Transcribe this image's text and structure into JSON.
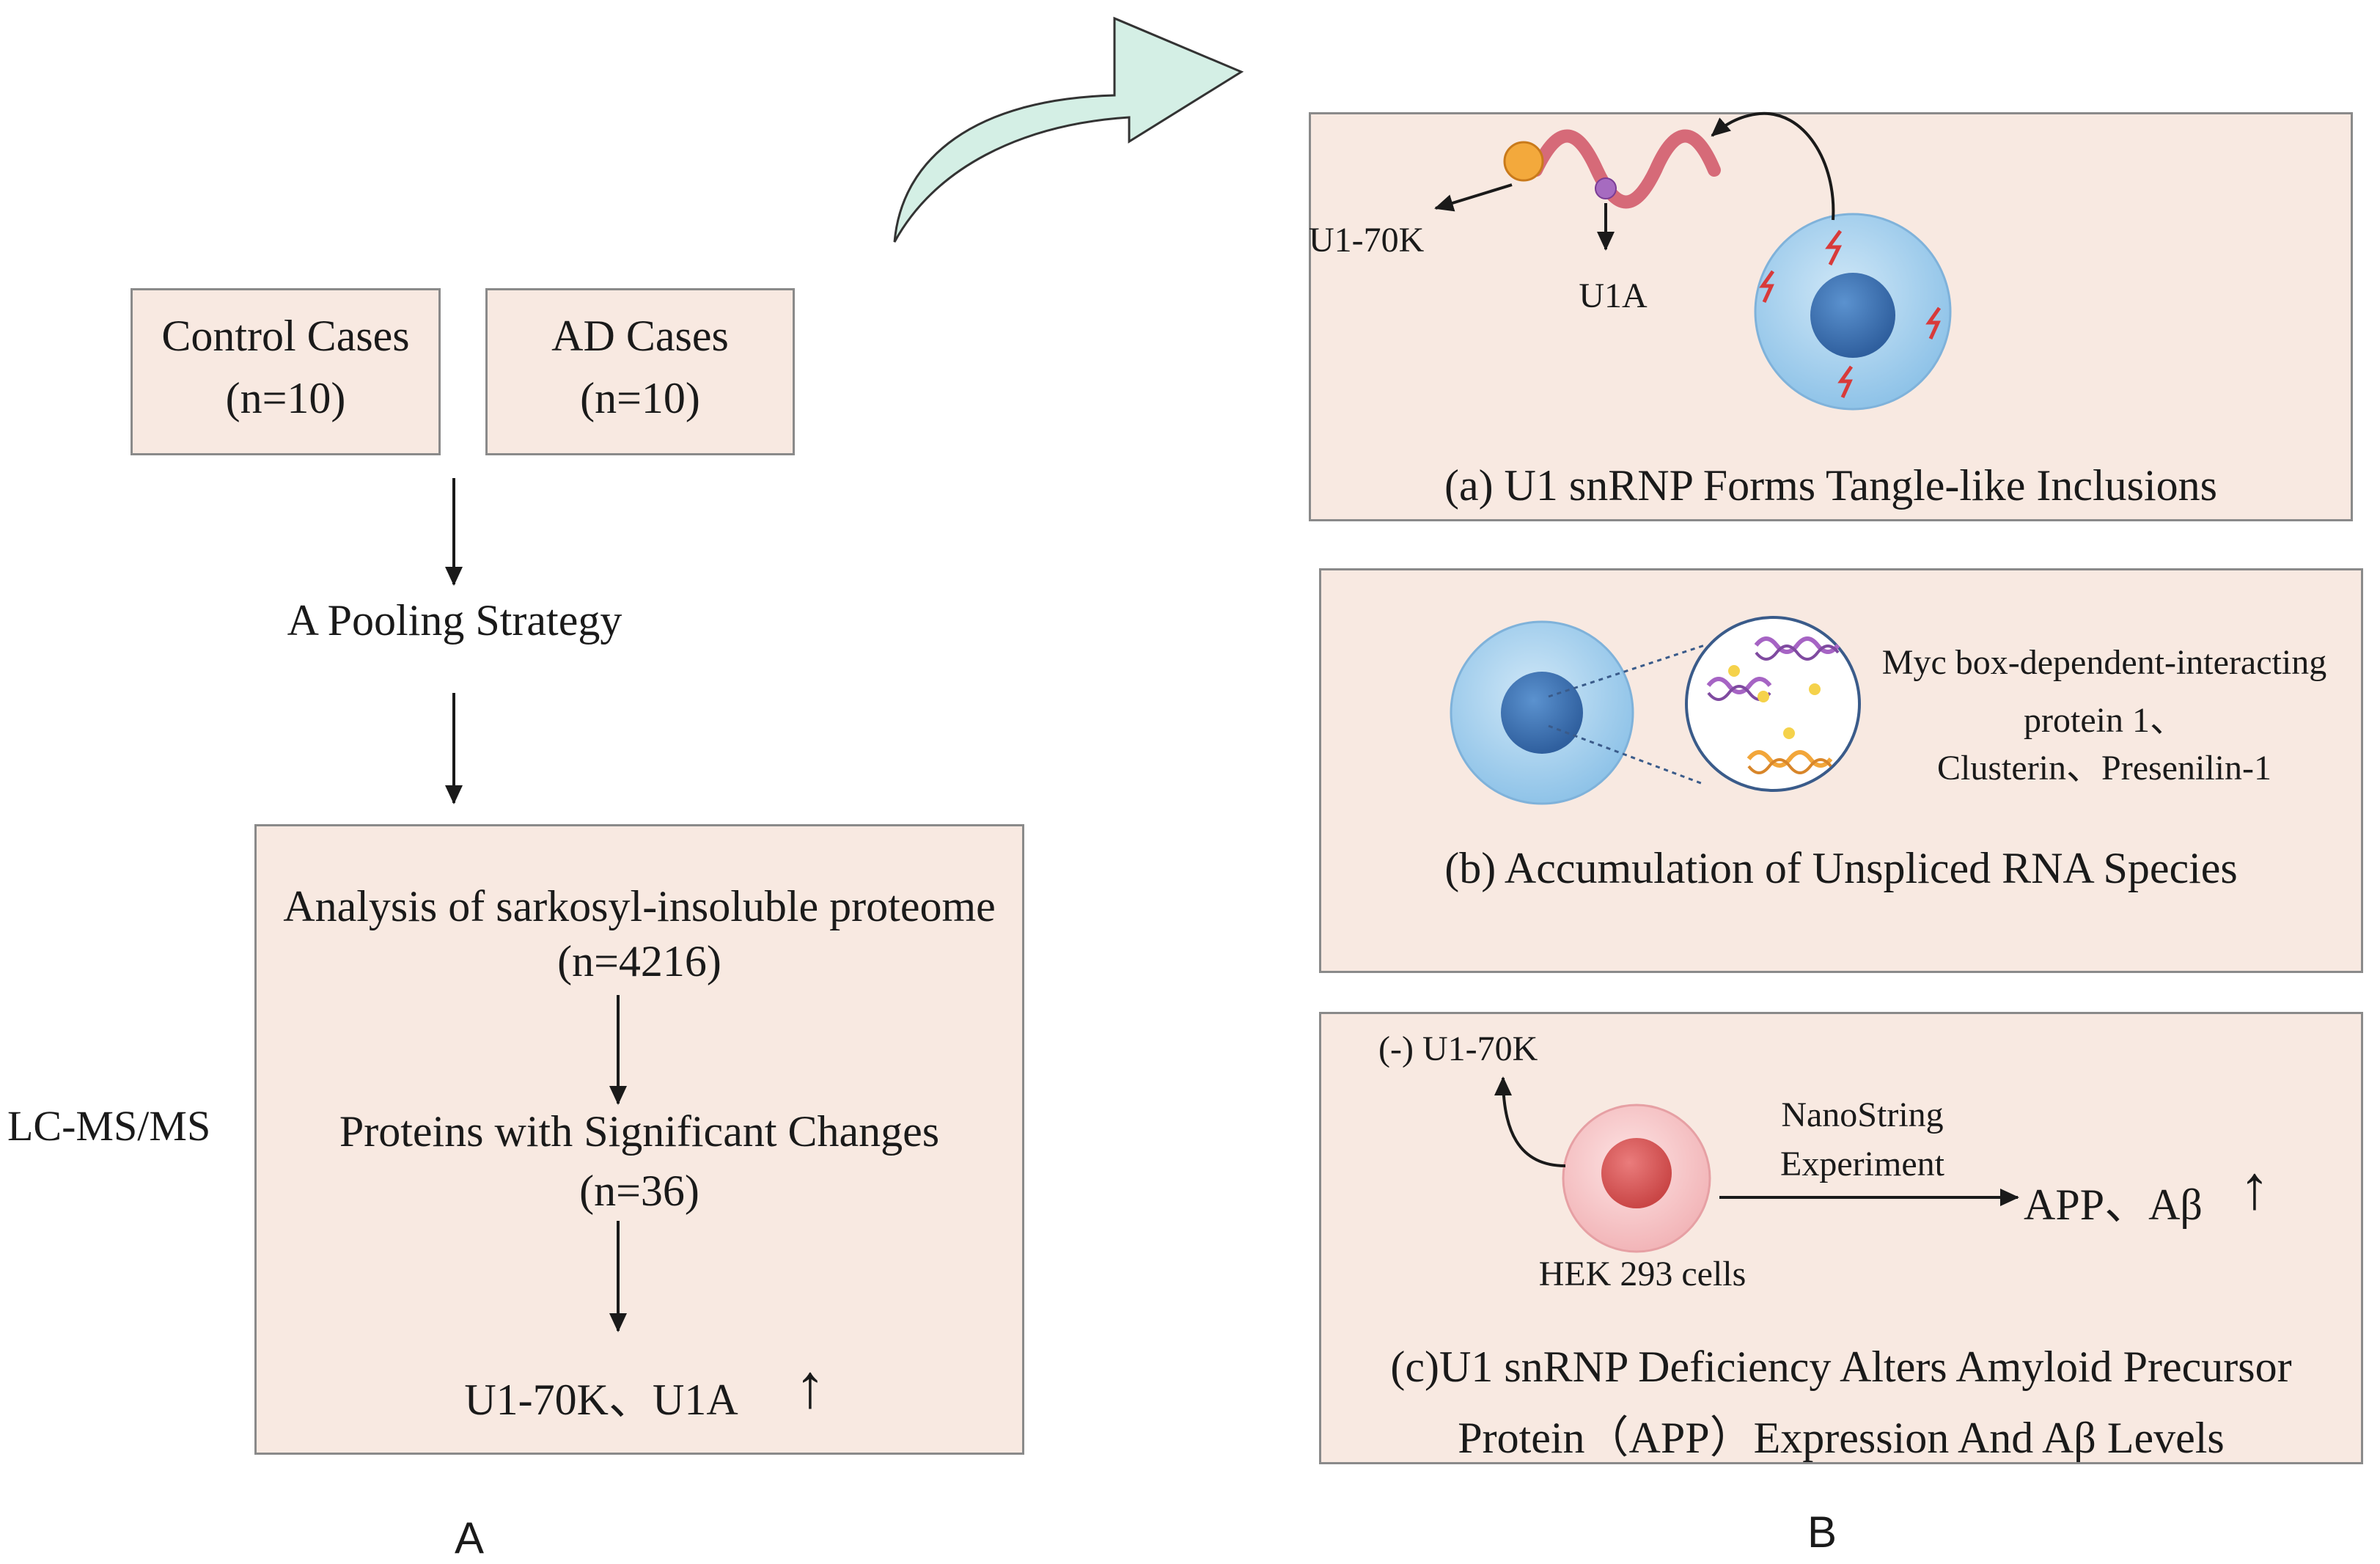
{
  "panel_a": {
    "control": {
      "title": "Control Cases",
      "n": "(n=10)"
    },
    "ad": {
      "title": "AD Cases",
      "n": "(n=10)"
    },
    "pooling": "A Pooling Strategy",
    "method": "LC-MS/MS",
    "analysis": {
      "title": "Analysis of sarkosyl-insoluble proteome",
      "n": "(n=4216)"
    },
    "significant": {
      "title": "Proteins with Significant Changes",
      "n": "(n=36)"
    },
    "result": "U1-70K、U1A",
    "result_arrow": "↑",
    "label": "A"
  },
  "panel_b": {
    "a": {
      "label_u170k": "U1-70K",
      "label_u1a": "U1A",
      "caption": "(a) U1 snRNP Forms Tangle-like Inclusions"
    },
    "b": {
      "proteins_line1": "Myc box-dependent-interacting",
      "proteins_line2": "protein 1、",
      "proteins_line3": "Clusterin、Presenilin-1",
      "caption": "(b) Accumulation of  Unspliced RNA Species"
    },
    "c": {
      "knockdown": "(-) U1-70K",
      "method_line1": "NanoString",
      "method_line2": "Experiment",
      "cells": "HEK 293 cells",
      "outcome": "APP、Aβ",
      "outcome_arrow": "↑",
      "caption_line1": "(c)U1 snRNP Deficiency Alters Amyloid Precursor",
      "caption_line2": "Protein（APP）Expression And Aβ Levels"
    },
    "label": "B"
  },
  "colors": {
    "box_fill": "#f8e9e1",
    "box_border": "#8a8a8a",
    "big_arrow": "#d4efe5",
    "cell_blue": "#a9d3ef",
    "nucleus_blue": "#3f78b8",
    "cell_pink": "#f6c6c6",
    "nucleus_red": "#d95b5b",
    "rna_wave": "#d66a78",
    "sphere_orange": "#f3a93c",
    "sphere_purple": "#a66bc0"
  }
}
